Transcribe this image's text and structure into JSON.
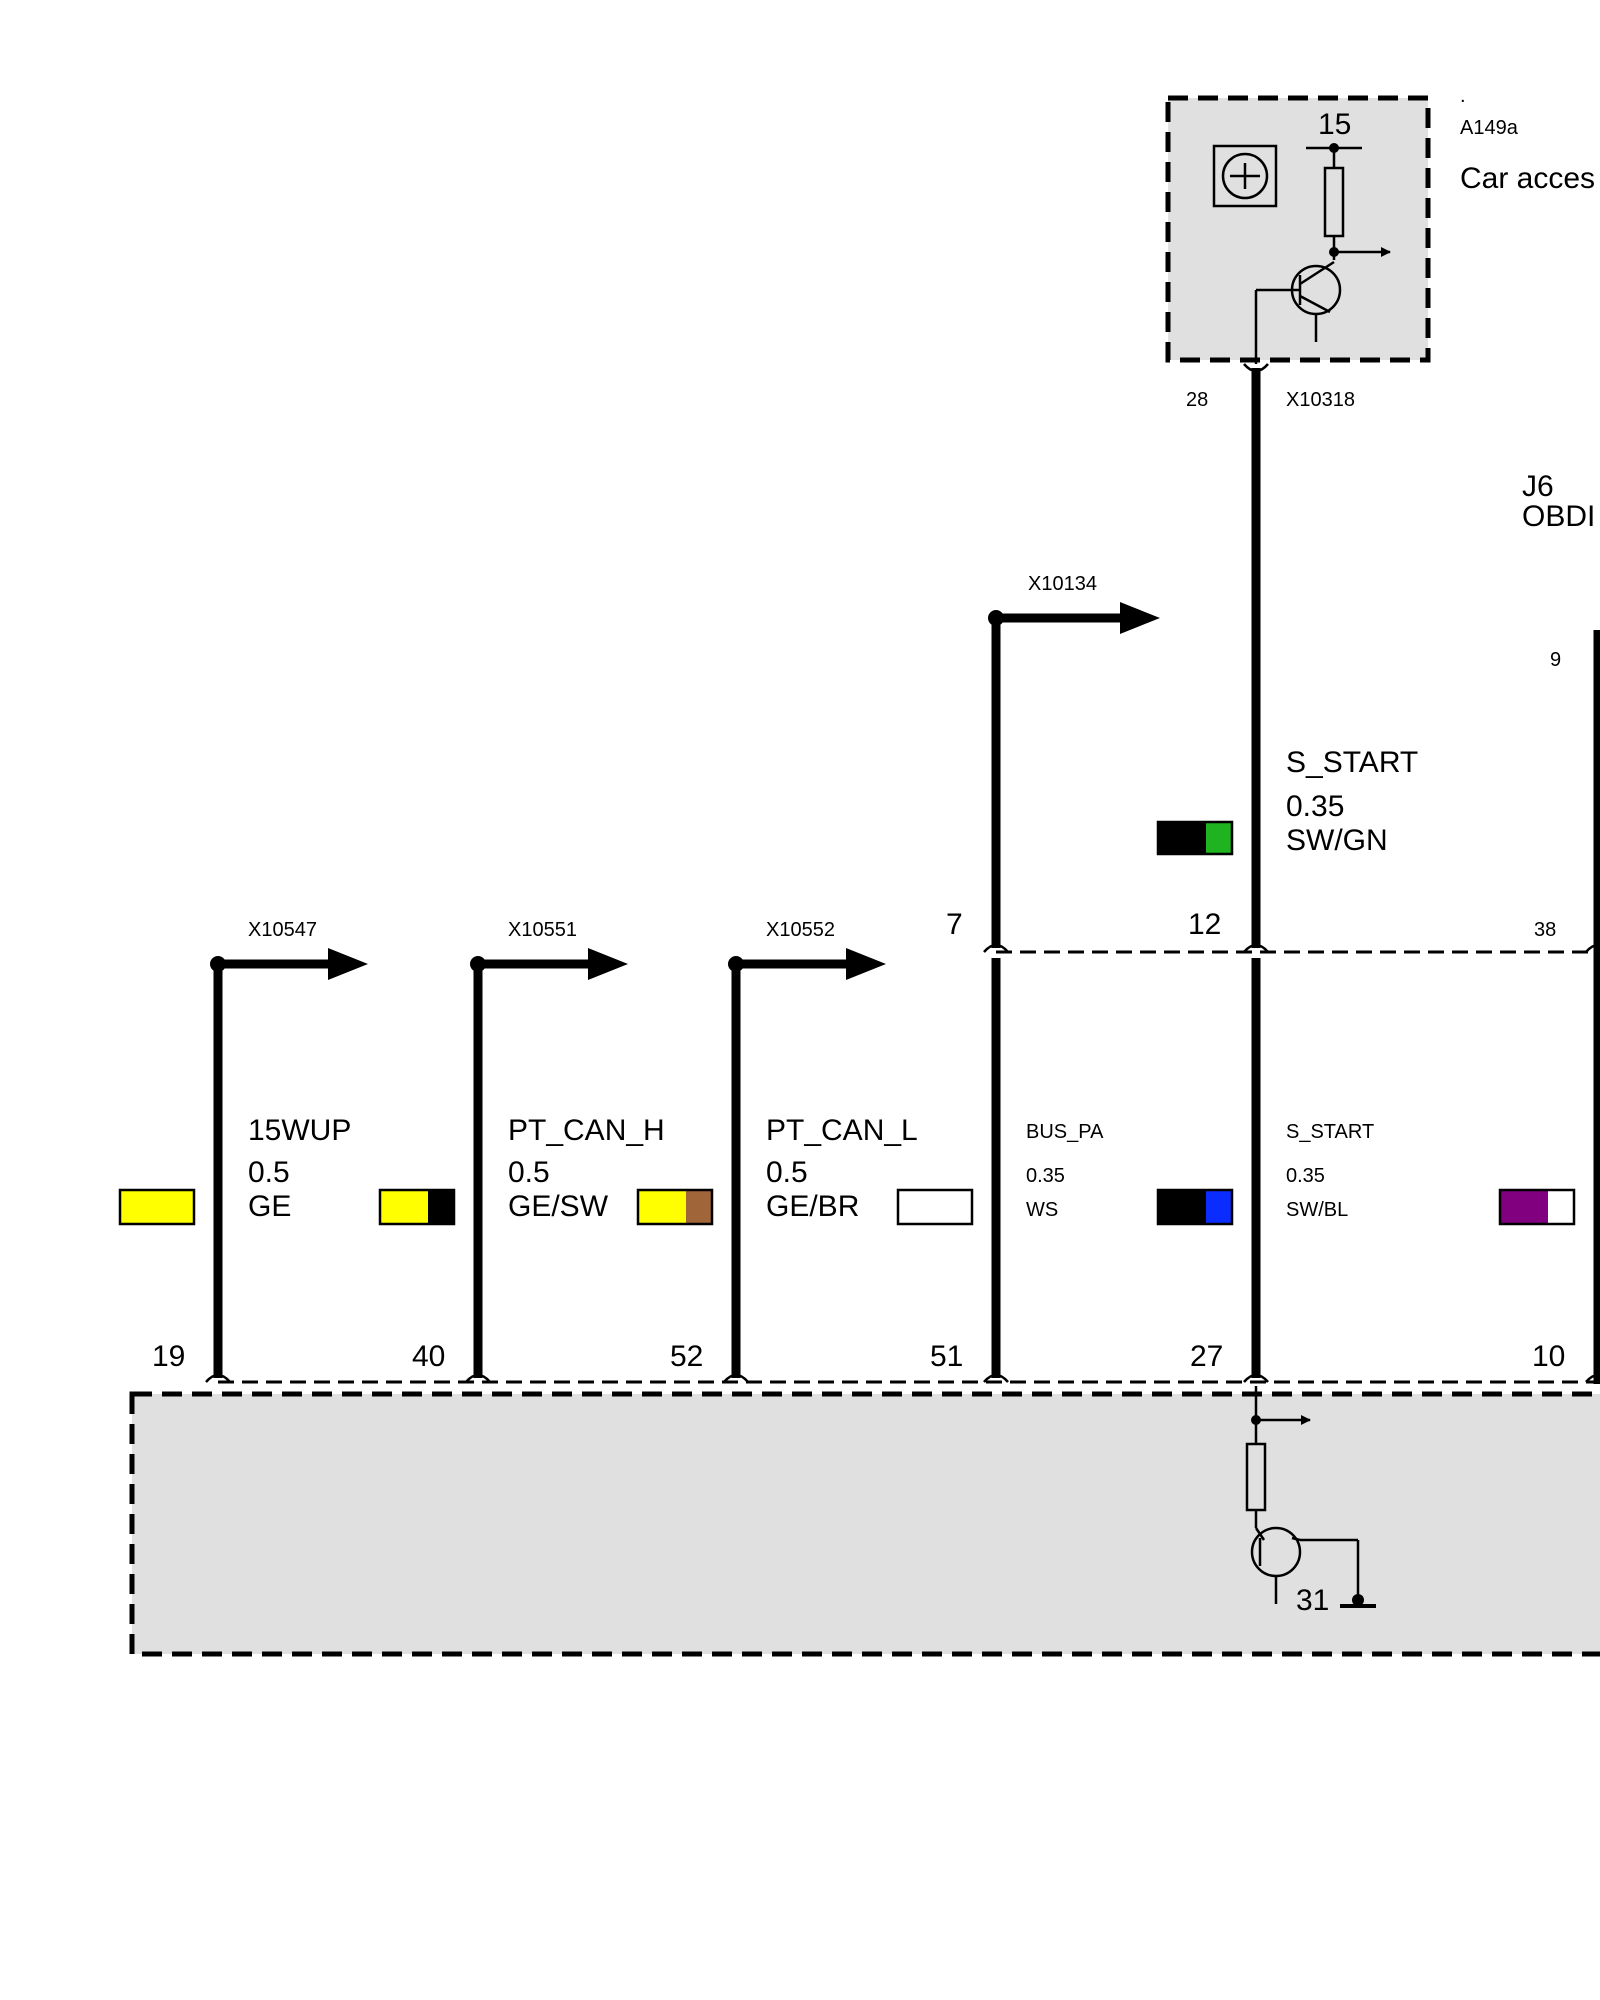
{
  "module_a149a": {
    "dot": ".",
    "id": "A149a",
    "name": "Car acces",
    "supply_terminal": "15",
    "pin": "28",
    "connector": "X10318"
  },
  "obd": {
    "id": "J6",
    "name": "OBDI",
    "pin_top": "9"
  },
  "top_pins": {
    "bus_pa": "7",
    "s_start": "12",
    "obd": "38"
  },
  "wire_s_start_upper": {
    "signal": "S_START",
    "gauge": "0.35",
    "color_code": "SW/GN",
    "colors": [
      "#000000",
      "#1fb31f"
    ]
  },
  "connector_x10134": "X10134",
  "wires": [
    {
      "connector": "X10547",
      "signal": "15WUP",
      "gauge": "0.5",
      "color_code": "GE",
      "pin": "19",
      "colors": [
        "#ffff00"
      ]
    },
    {
      "connector": "X10551",
      "signal": "PT_CAN_H",
      "gauge": "0.5",
      "color_code": "GE/SW",
      "pin": "40",
      "colors": [
        "#ffff00",
        "#000000"
      ]
    },
    {
      "connector": "X10552",
      "signal": "PT_CAN_L",
      "gauge": "0.5",
      "color_code": "GE/BR",
      "pin": "52",
      "colors": [
        "#ffff00",
        "#a0663a"
      ]
    },
    {
      "connector": "",
      "signal": "BUS_PA",
      "gauge": "0.35",
      "color_code": "WS",
      "pin": "51",
      "colors": [
        "#ffffff"
      ]
    },
    {
      "connector": "",
      "signal": "S_START",
      "gauge": "0.35",
      "color_code": "SW/BL",
      "pin": "27",
      "colors": [
        "#000000",
        "#0a2cff"
      ]
    },
    {
      "connector": "",
      "signal": "",
      "gauge": "",
      "color_code": "",
      "pin": "10",
      "colors": [
        "#800080",
        "#ffffff"
      ]
    }
  ],
  "bottom_module": {
    "ground_terminal": "31"
  }
}
